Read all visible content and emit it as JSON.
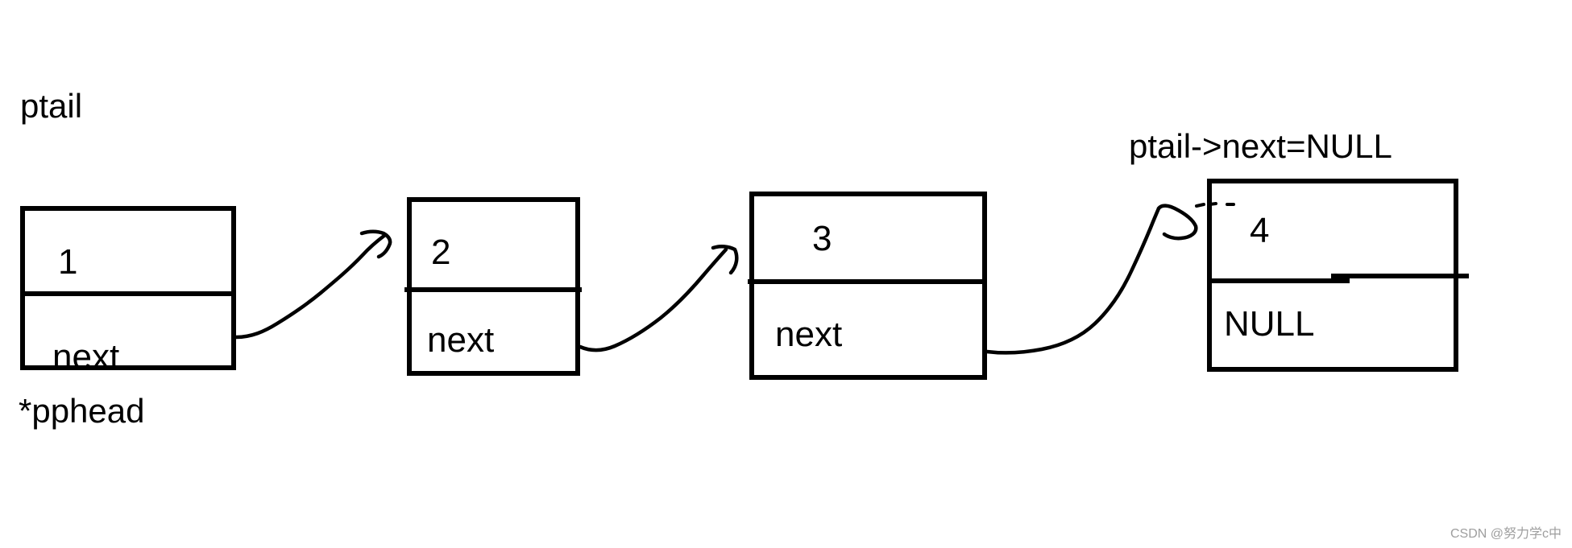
{
  "colors": {
    "ink": "#000000",
    "background": "#ffffff",
    "watermark_gray": "#9e9e9e"
  },
  "labels": {
    "ptail": "ptail",
    "pphead": "*pphead",
    "ptail_next_null": "ptail->next=NULL"
  },
  "nodes": [
    {
      "value": "1",
      "next": "next"
    },
    {
      "value": "2",
      "next": "next"
    },
    {
      "value": "3",
      "next": "next"
    },
    {
      "value": "4",
      "next": "NULL"
    }
  ],
  "edges": [
    {
      "from": "node-1",
      "to": "node-2"
    },
    {
      "from": "node-2",
      "to": "node-3"
    },
    {
      "from": "node-3",
      "to": "node-4"
    }
  ],
  "watermark": "CSDN @努力学c中"
}
